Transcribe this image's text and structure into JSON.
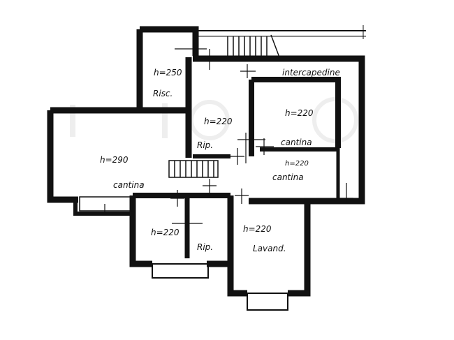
{
  "rooms": {
    "risc": {
      "height": "h=250",
      "name": "Risc."
    },
    "rip_top": {
      "height": "h=220",
      "name": "Rip."
    },
    "cantina_top": {
      "height": "h=220",
      "name": "cantina"
    },
    "cantina_mid": {
      "height": "h=220",
      "name": "cantina"
    },
    "cantina_left": {
      "height": "h=290",
      "name": "cantina"
    },
    "bottom_left": {
      "height": "h=220"
    },
    "rip_bottom": {
      "name": "Rip."
    },
    "lavand": {
      "height": "h=220",
      "name": "Lavand."
    }
  },
  "labels": {
    "intercapedine": "intercapedine"
  },
  "colors": {
    "wall": "#111111",
    "background": "#ffffff",
    "watermark": "#e9e9e9"
  }
}
